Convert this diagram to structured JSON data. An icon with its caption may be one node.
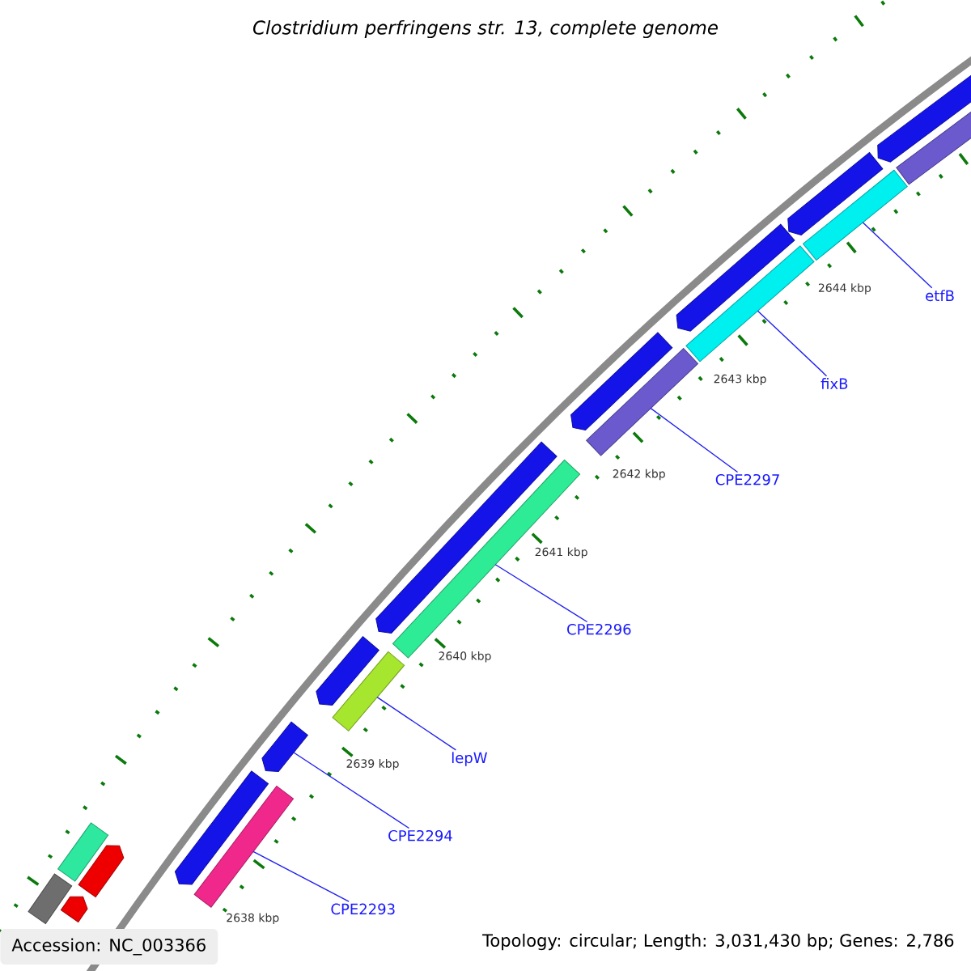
{
  "diagram": {
    "title": "Clostridium perfringens str. 13, complete genome",
    "nodes": [
      {
        "text": [],
        "shape": "bar"
      },
      {
        "text": [],
        "shape": "arrow"
      },
      {
        "text": [],
        "shape": "bar"
      },
      {
        "text": [],
        "shape": "arrow"
      },
      {
        "text": [],
        "shape": "arrow"
      },
      {
        "text": [],
        "shape": "bar"
      },
      {
        "text": [],
        "shape": "arrow"
      },
      {
        "text": [],
        "shape": "arrow"
      },
      {
        "text": [],
        "shape": "bar"
      },
      {
        "text": [],
        "shape": "arrow"
      },
      {
        "text": [],
        "shape": "bar"
      },
      {
        "text": [],
        "shape": "arrow"
      },
      {
        "text": [],
        "shape": "bar"
      },
      {
        "text": [],
        "shape": "arrow"
      },
      {
        "text": [],
        "shape": "bar"
      },
      {
        "text": [],
        "shape": "arrow"
      },
      {
        "text": [],
        "shape": "bar"
      },
      {
        "text": [],
        "shape": "arrow"
      },
      {
        "text": [],
        "shape": "bar"
      },
      {
        "text": [
          "CPE2293"
        ]
      },
      {
        "text": [
          "CPE2294"
        ]
      },
      {
        "text": [
          "lepW"
        ]
      },
      {
        "text": [
          "CPE2296"
        ]
      },
      {
        "text": [
          "CPE2297"
        ]
      },
      {
        "text": [
          "fixB"
        ]
      },
      {
        "text": [
          "etfB"
        ]
      }
    ],
    "edges": [
      {
        "from": 19,
        "to": 5,
        "arrow": "none"
      },
      {
        "from": 20,
        "to": 6,
        "arrow": "none"
      },
      {
        "from": 21,
        "to": 8,
        "arrow": "none"
      },
      {
        "from": 22,
        "to": 10,
        "arrow": "none"
      },
      {
        "from": 23,
        "to": 12,
        "arrow": "none"
      },
      {
        "from": 24,
        "to": 14,
        "arrow": "none"
      },
      {
        "from": 25,
        "to": 16,
        "arrow": "none"
      }
    ],
    "labels": [
      "2638 kbp",
      "2639 kbp",
      "2640 kbp",
      "2641 kbp",
      "2642 kbp",
      "2643 kbp",
      "2644 kbp",
      "Accession: NC_003366",
      "Topology: circular; Length: 3,031,430 bp; Genes: 2,786"
    ]
  }
}
